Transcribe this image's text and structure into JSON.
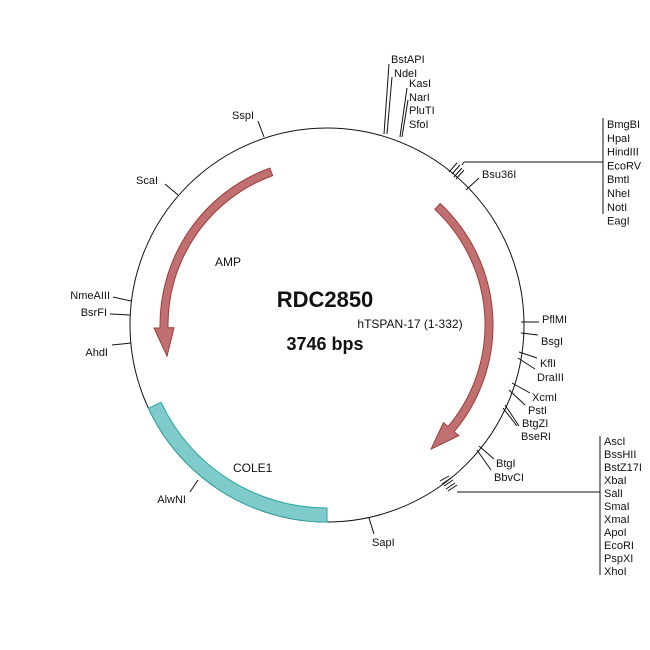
{
  "plasmid": {
    "name": "RDC2850",
    "size_label": "3746 bps"
  },
  "features": {
    "amp": {
      "label": "AMP",
      "color": "#c07070",
      "stroke": "#a23a3a"
    },
    "insert": {
      "label": "hTSPAN-17 (1-332)",
      "color": "#c07070",
      "stroke": "#a23a3a"
    },
    "ori": {
      "label": "COLE1",
      "color": "#7fcaca",
      "stroke": "#2aa8a0"
    }
  },
  "sites": {
    "sspi": "SspI",
    "scai": "ScaI",
    "nmeaiii": "NmeAIII",
    "bsrfi": "BsrFI",
    "ahdi": "AhdI",
    "alwni": "AlwNI",
    "sapi": "SapI",
    "bstapi": "BstAPI",
    "ndei": "NdeI",
    "kasi": "KasI",
    "nari": "NarI",
    "pluti": "PluTI",
    "sfoi": "SfoI",
    "bsu36i": "Bsu36I",
    "pflmi": "PflMI",
    "bsgi": "BsgI",
    "kfli": "KflI",
    "draiii": "DraIII",
    "xcmi": "XcmI",
    "psti": "PstI",
    "btgzi": "BtgZI",
    "bseri": "BseRI",
    "btgi": "BtgI",
    "bbvci": "BbvCI"
  },
  "mcs_top": [
    "BmgBI",
    "HpaI",
    "HindIII",
    "EcoRV",
    "BmtI",
    "NheI",
    "NotI",
    "EagI"
  ],
  "mcs_bottom": [
    "AscI",
    "BssHII",
    "BstZ17I",
    "XbaI",
    "SalI",
    "SmaI",
    "XmaI",
    "ApoI",
    "EcoRI",
    "PspXI",
    "XhoI"
  ]
}
